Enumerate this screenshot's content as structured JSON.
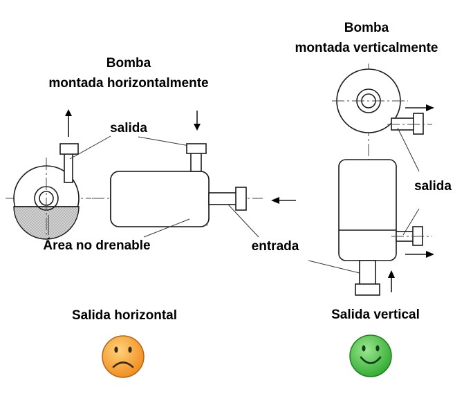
{
  "horizontal": {
    "title_line1": "Bomba",
    "title_line2": "montada horizontalmente",
    "outlet_label": "salida",
    "undrainable_label": "Área no drenable",
    "caption": "Salida horizontal",
    "face": "sad-face-icon",
    "face_color": "#F29A2E"
  },
  "vertical": {
    "title_line1": "Bomba",
    "title_line2": "montada verticalmente",
    "outlet_label": "salida",
    "caption": "Salida vertical",
    "face": "happy-face-icon",
    "face_color": "#3DBE3D"
  },
  "inlet_label": "entrada"
}
